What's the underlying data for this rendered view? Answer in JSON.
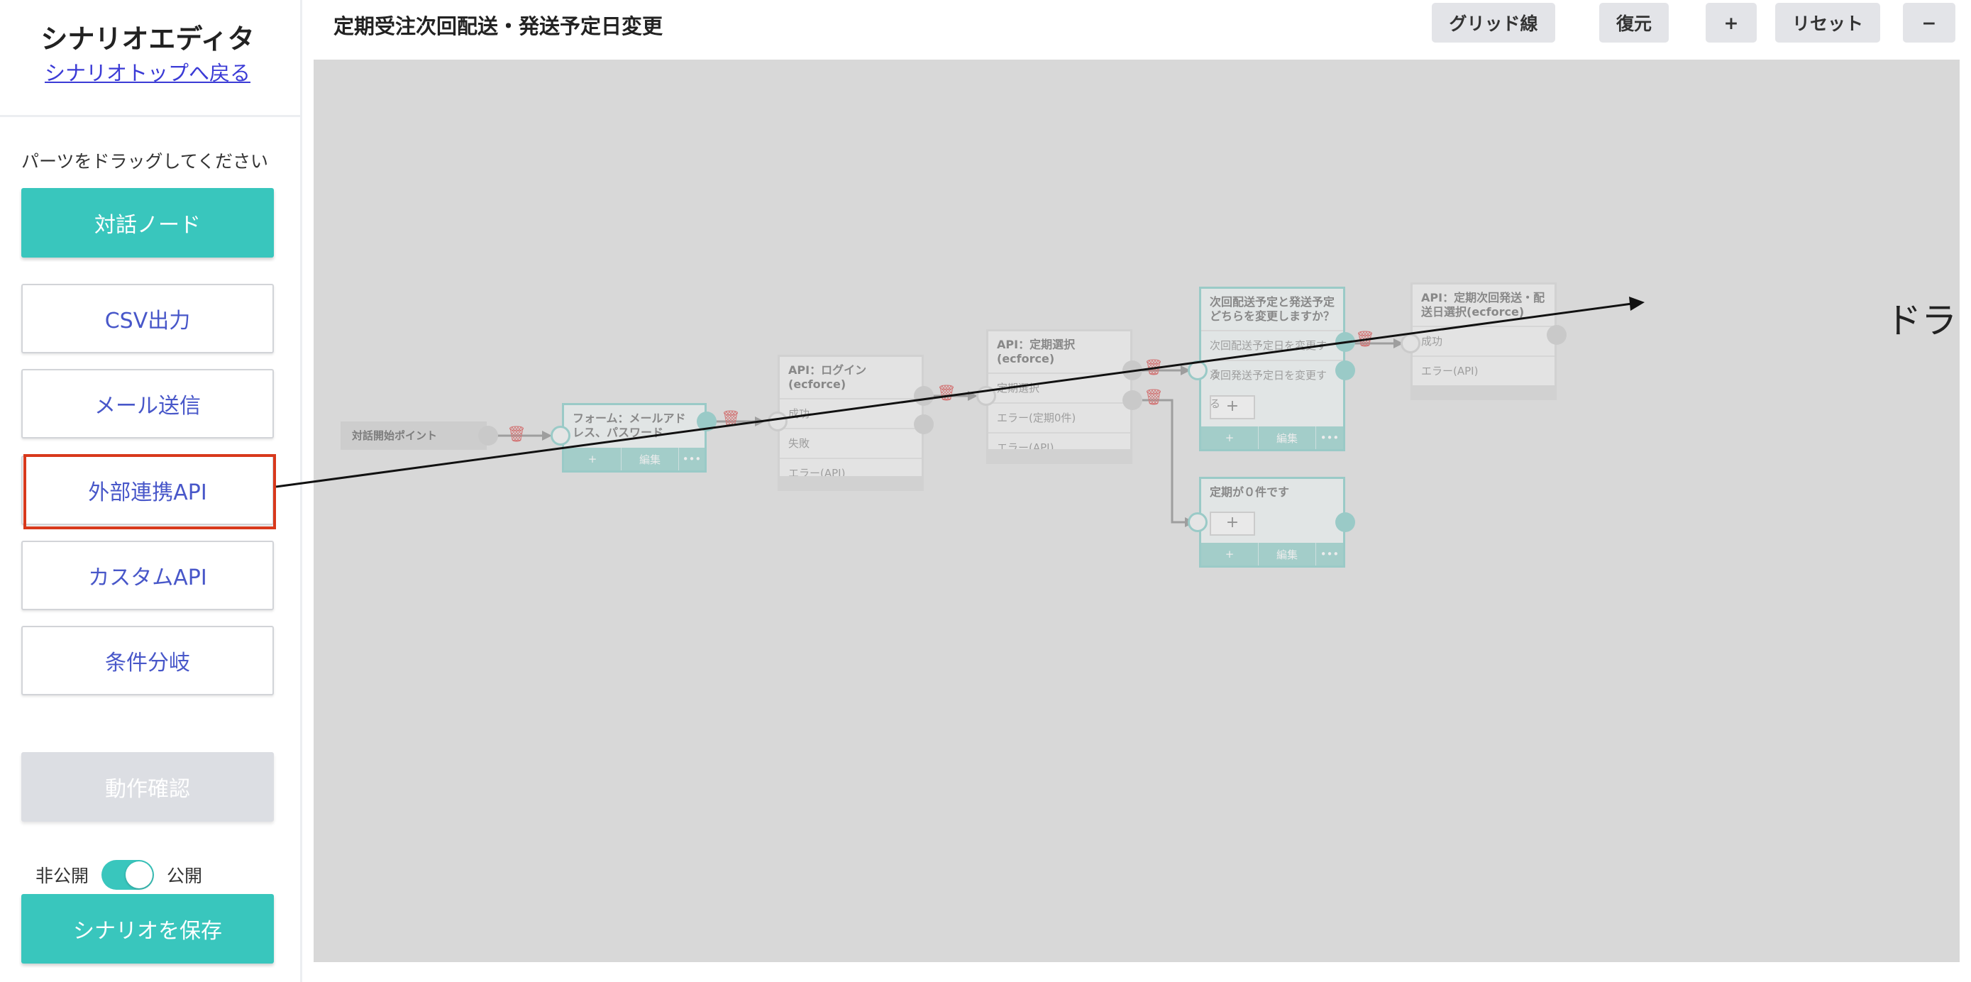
{
  "sidebar": {
    "app_title": "シナリオエディタ",
    "back_link": "シナリオトップへ戻る",
    "hint": "パーツをドラッグしてください",
    "parts": {
      "dialog_node": "対話ノード",
      "csv_output": "CSV出力",
      "mail_send": "メール送信",
      "external_api": "外部連携API",
      "custom_api": "カスタムAPI",
      "condition_branch": "条件分岐"
    },
    "check_button": "動作確認",
    "toggle": {
      "off_label": "非公開",
      "on_label": "公開",
      "state": "公開"
    },
    "save_button": "シナリオを保存"
  },
  "header": {
    "title": "定期受注次回配送・発送予定日変更",
    "toolbar": {
      "grid": "グリッド線",
      "restore": "復元",
      "zoom_in": "+",
      "reset": "リセット",
      "zoom_out": "−"
    }
  },
  "canvas": {
    "start_node": "対話開始ポイント",
    "nodes": {
      "form": {
        "title": "フォーム：メールアドレス、パスワード",
        "footer": [
          "+",
          "編集",
          "•••"
        ]
      },
      "login": {
        "title": "API：ログイン(ecforce)",
        "rows": [
          "成功",
          "失敗",
          "エラー(API)"
        ]
      },
      "select": {
        "title": "API：定期選択(ecforce)",
        "rows": [
          "定期選択",
          "エラー(定期0件)",
          "エラー(API)"
        ]
      },
      "question": {
        "title": "次回配送予定と発送予定どちらを変更しますか？",
        "rows": [
          "次回配送予定日を変更する",
          "次回発送予定日を変更する"
        ],
        "plus": "+",
        "footer": [
          "+",
          "編集",
          "•••"
        ]
      },
      "zero": {
        "title": "定期が０件です",
        "plus": "+",
        "footer": [
          "+",
          "編集",
          "•••"
        ]
      },
      "api_next": {
        "title": "API：定期次回発送・配送日選択(ecforce)",
        "rows": [
          "成功",
          "エラー(API)"
        ]
      }
    },
    "annotation": "ドラッグ＆ドロップする"
  },
  "colors": {
    "accent": "#39c6bd",
    "link": "#3b3bd6",
    "highlight": "#d8391c",
    "trash": "#d84a4a"
  },
  "icons": {
    "trash": "trash-icon",
    "arrow": "arrow-icon"
  }
}
